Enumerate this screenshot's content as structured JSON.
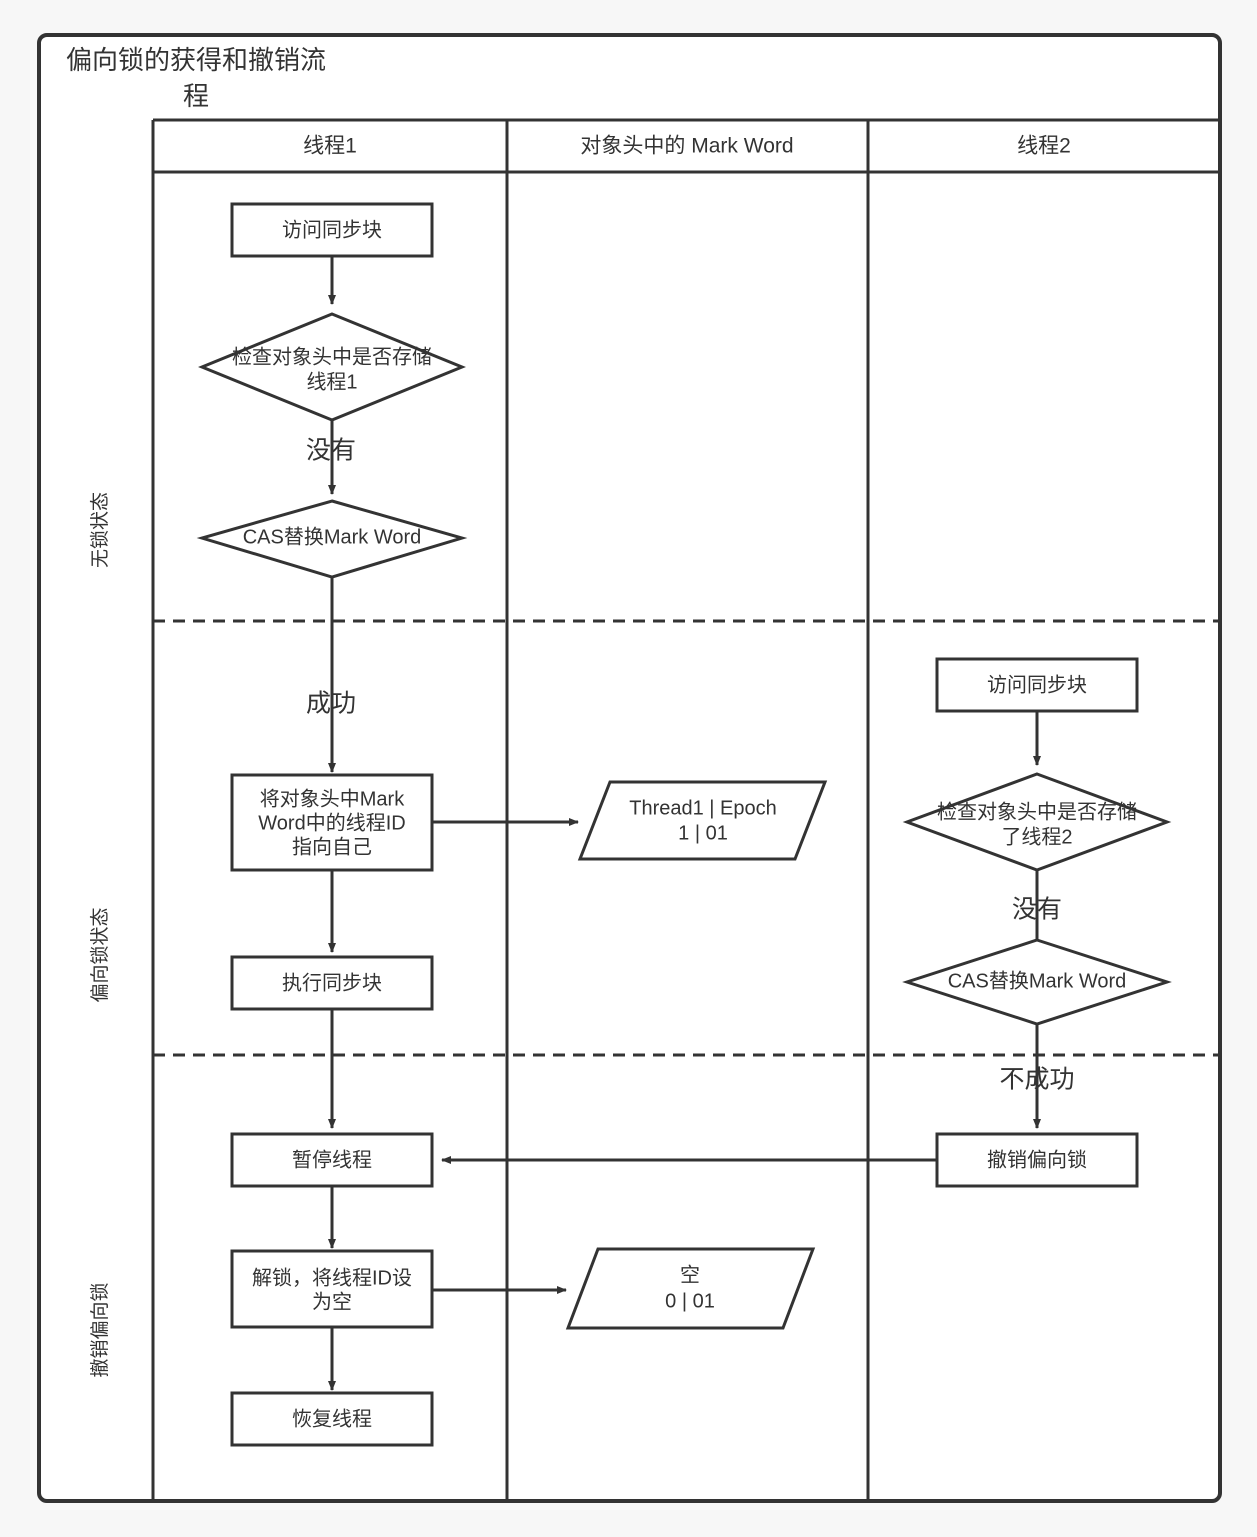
{
  "diagram": {
    "title_line1": "偏向锁的获得和撤销流",
    "title_line2": "程",
    "accent_color": "#333333",
    "background_color": "#f7f7f7",
    "surface_color": "#ffffff"
  },
  "columns": [
    {
      "id": "thread1",
      "label": "线程1"
    },
    {
      "id": "markword",
      "label": "对象头中的 Mark Word"
    },
    {
      "id": "thread2",
      "label": "线程2"
    }
  ],
  "lanes": [
    {
      "id": "unlocked",
      "label": "无锁状态"
    },
    {
      "id": "biased",
      "label": "偏向锁状态"
    },
    {
      "id": "revoke",
      "label": "撤销偏向锁"
    }
  ],
  "nodes": {
    "t1_enter": {
      "text": "访问同步块",
      "shape": "rect",
      "column": "thread1",
      "lane": "unlocked"
    },
    "t1_check": {
      "line1": "检查对象头中是否存储",
      "line2": "线程1",
      "shape": "diamond",
      "column": "thread1",
      "lane": "unlocked"
    },
    "t1_cas": {
      "text": "CAS替换Mark Word",
      "shape": "diamond",
      "column": "thread1",
      "lane": "unlocked"
    },
    "t1_point": {
      "line1": "将对象头中Mark",
      "line2": "Word中的线程ID",
      "line3": "指向自己",
      "shape": "rect",
      "column": "thread1",
      "lane": "biased"
    },
    "t1_exec": {
      "text": "执行同步块",
      "shape": "rect",
      "column": "thread1",
      "lane": "biased"
    },
    "t1_pause": {
      "text": "暂停线程",
      "shape": "rect",
      "column": "thread1",
      "lane": "revoke"
    },
    "t1_unlock": {
      "line1": "解锁，将线程ID设",
      "line2": "为空",
      "shape": "rect",
      "column": "thread1",
      "lane": "revoke"
    },
    "t1_resume": {
      "text": "恢复线程",
      "shape": "rect",
      "column": "thread1",
      "lane": "revoke"
    },
    "mw_thread1": {
      "line1": "Thread1 | Epoch",
      "line2": "1 | 01",
      "shape": "parallelogram",
      "column": "markword",
      "lane": "biased"
    },
    "mw_empty": {
      "line1": "空",
      "line2": "0 | 01",
      "shape": "parallelogram",
      "column": "markword",
      "lane": "revoke"
    },
    "t2_enter": {
      "text": "访问同步块",
      "shape": "rect",
      "column": "thread2",
      "lane": "biased"
    },
    "t2_check": {
      "line1": "检查对象头中是否存储",
      "line2": "了线程2",
      "shape": "diamond",
      "column": "thread2",
      "lane": "biased"
    },
    "t2_cas": {
      "text": "CAS替换Mark Word",
      "shape": "diamond",
      "column": "thread2",
      "lane": "biased"
    },
    "t2_revoke": {
      "text": "撤销偏向锁",
      "shape": "rect",
      "column": "thread2",
      "lane": "revoke"
    }
  },
  "edge_labels": {
    "t1_check_to_cas": "没有",
    "t1_cas_to_point": "成功",
    "t2_check_to_cas": "没有",
    "t2_cas_to_revoke": "不成功"
  }
}
